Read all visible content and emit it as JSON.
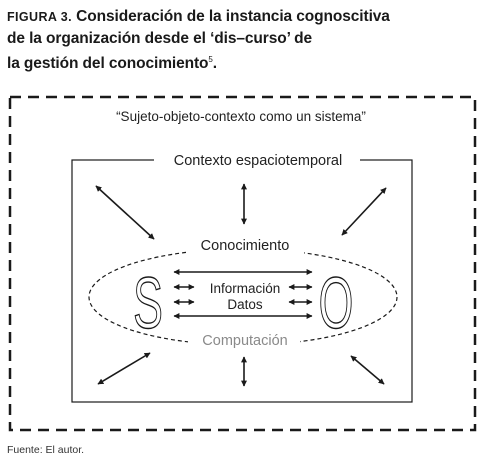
{
  "figure": {
    "label": "FIGURA 3.",
    "title_line1": "Consideración de la instancia cognoscitiva",
    "title_line2": "de la organización desde el ‘dis–curso’ de",
    "title_line3": "la gestión del conocimiento",
    "title_sup": "5",
    "title_end": "."
  },
  "diagram": {
    "outer_caption": "“Sujeto-objeto-contexto como un sistema”",
    "context_label": "Contexto espaciotemporal",
    "knowledge_label": "Conocimiento",
    "information_label": "Información",
    "data_label": "Datos",
    "computation_label": "Computación",
    "subject_letter": "S",
    "object_letter": "O",
    "colors": {
      "ink": "#1a1a1a",
      "computation_text": "#8a8a8a"
    }
  },
  "source": "Fuente: El autor."
}
